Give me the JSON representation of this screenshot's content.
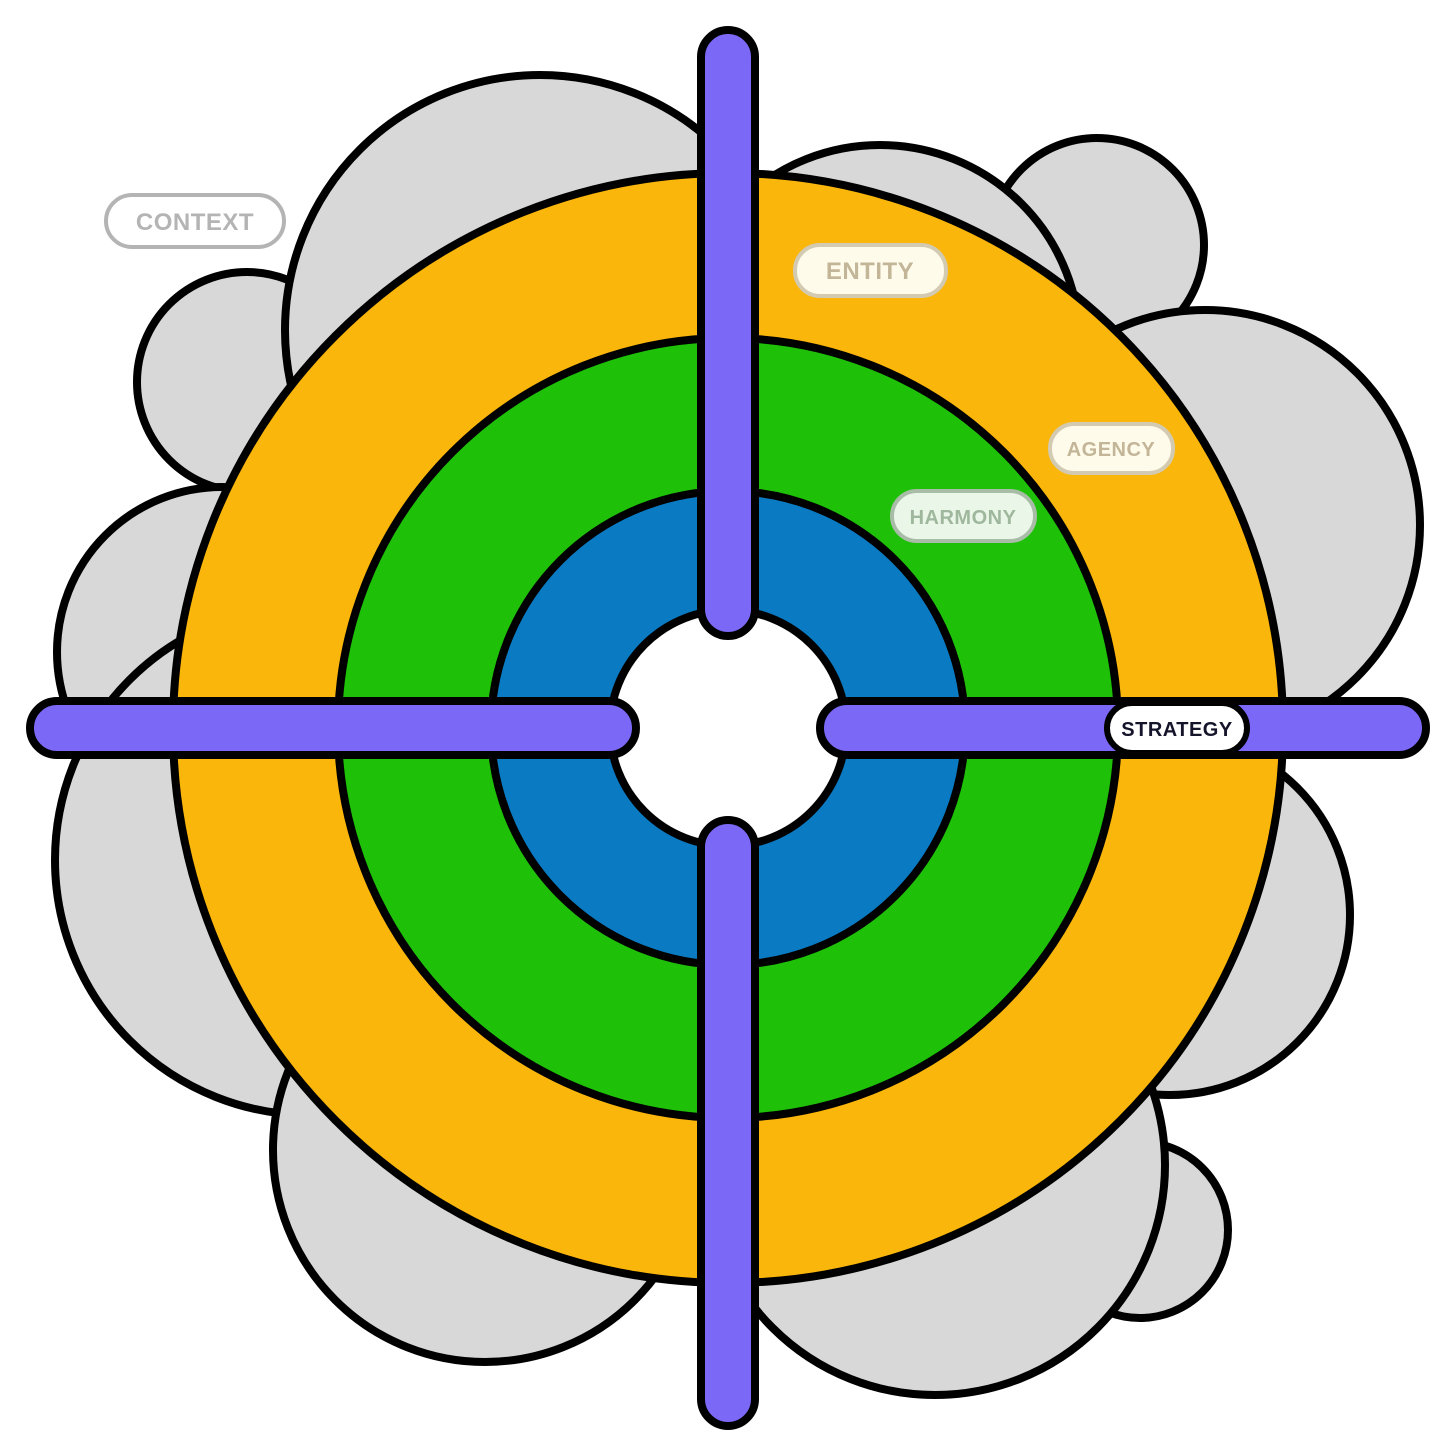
{
  "labels": {
    "context": "CONTEXT",
    "entity": "ENTITY",
    "agency": "AGENCY",
    "harmony": "HARMONY",
    "strategy": "STRATEGY"
  },
  "colors": {
    "cloud": "#d8d8d8",
    "outer_ring": "#fab60a",
    "middle_ring": "#1ec108",
    "inner_ring": "#0a7bc3",
    "center": "#ffffff",
    "crosshair": "#7b68f6",
    "outline": "#000000",
    "context_text": "#b4b4b4",
    "entity_text": "#c3b598",
    "agency_text": "#c3b598",
    "harmony_text": "#9fb79d",
    "strategy_text": "#14142a"
  }
}
